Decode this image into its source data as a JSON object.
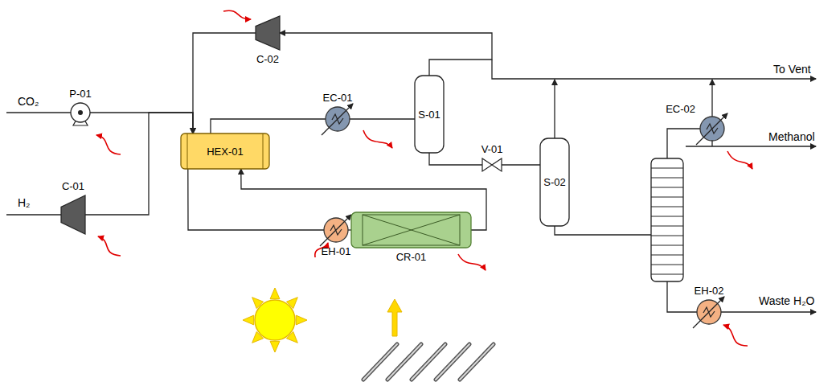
{
  "diagram": {
    "nodes": [
      {
        "text": [
          "P-01"
        ]
      },
      {
        "text": [
          "C-01"
        ]
      },
      {
        "text": [
          "C-02"
        ]
      },
      {
        "text": [
          "HEX-01"
        ]
      },
      {
        "text": [
          "EC-01"
        ]
      },
      {
        "text": [
          "S-01"
        ]
      },
      {
        "text": [
          "V-01"
        ]
      },
      {
        "text": [
          "S-02"
        ]
      },
      {
        "text": [
          "EC-02"
        ]
      },
      {
        "text": [
          "EH-01"
        ]
      },
      {
        "text": [
          "CR-01"
        ]
      },
      {
        "text": [
          "EH-02"
        ]
      }
    ],
    "edges": [
      {
        "from": 0,
        "to": 3,
        "arrow": "to"
      },
      {
        "from": 1,
        "to": 3,
        "arrow": "to"
      },
      {
        "from": 2,
        "to": 3,
        "arrow": "to"
      },
      {
        "from": 3,
        "to": 4,
        "arrow": "none"
      },
      {
        "from": 4,
        "to": 5,
        "arrow": "none"
      },
      {
        "from": 5,
        "to": 2,
        "arrow": "to"
      },
      {
        "from": 5,
        "to": 6,
        "arrow": "none"
      },
      {
        "from": 6,
        "to": 7,
        "arrow": "none"
      },
      {
        "from": 3,
        "to": 9,
        "arrow": "none"
      },
      {
        "from": 9,
        "to": 10,
        "arrow": "none"
      },
      {
        "from": 10,
        "to": 3,
        "arrow": "to"
      }
    ],
    "labels": [
      "CO₂",
      "H₂",
      "To Vent",
      "Methanol",
      "Waste H₂O"
    ]
  }
}
